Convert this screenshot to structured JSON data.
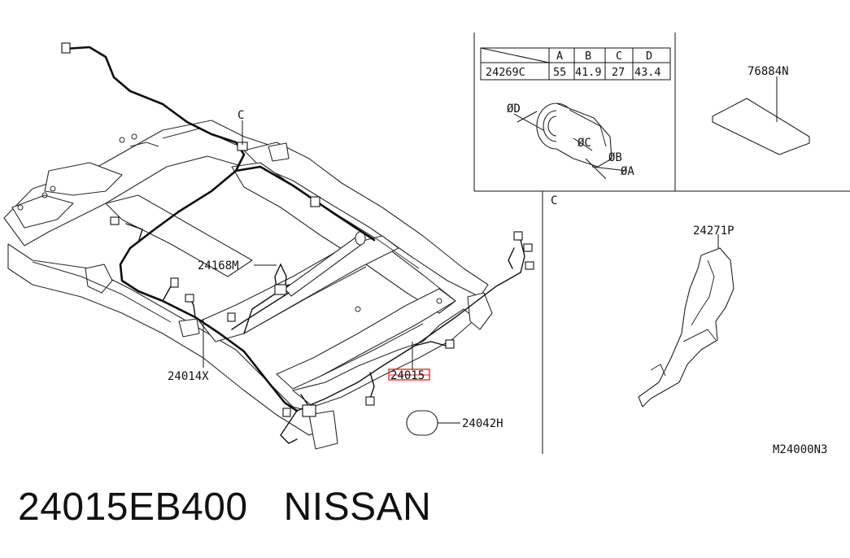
{
  "callouts": {
    "view_c_ref": "C",
    "harness_24168M": "24168M",
    "harness_24014X": "24014X",
    "harness_24015": "24015",
    "grommet_24042H": "24042H",
    "pad_76884N": "76884N",
    "view_c_title": "C",
    "protector_24271P": "24271P",
    "diagram_code": "M24000N3"
  },
  "dimension_table": {
    "headers": [
      "A",
      "B",
      "C",
      "D"
    ],
    "part": "24269C",
    "values": [
      "55",
      "41.9",
      "27",
      "43.4"
    ]
  },
  "grommet_dims": {
    "d": "ØD",
    "c": "ØC",
    "b": "ØB",
    "a": "ØA"
  },
  "caption": {
    "part_number": "24015EB400",
    "brand": "NISSAN"
  },
  "colors": {
    "highlight": "#e02020"
  }
}
